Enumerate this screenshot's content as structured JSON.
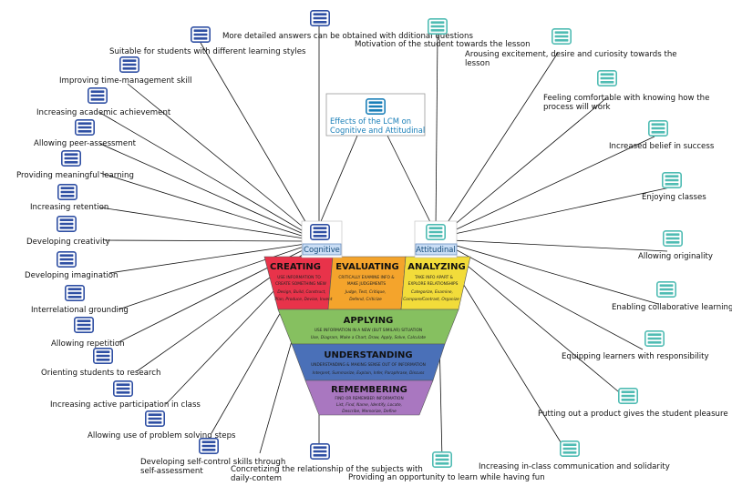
{
  "central": {
    "line1": "Effects of the LCM on",
    "line2": "Cognitive and Attitudinal"
  },
  "hubs": {
    "cognitive": "Cognitive",
    "attitudinal": "Attitudinal"
  },
  "cognitive_items": [
    "More detailed answers can be obtained with dditional questions",
    "Suitable for students with different learning styles",
    "Improving time-management skill",
    "Increasing academic achievement",
    "Allowing peer-assessment",
    "Providing meaningful learning",
    "Increasing retention",
    "Developing creativity",
    "Developing imagination",
    "Interrelational grounding",
    "Allowing repetition",
    "Orienting students to research",
    "Increasing active participation in class",
    "Allowing use of problem solving steps",
    "Developing self-control skills through self-assessment",
    "Concretizing the relationship of the subjects with daily-contem"
  ],
  "attitudinal_items": [
    "Motivation of the student towards the lesson",
    "Arousing excitement, desire and curiosity towards the lesson",
    "Feeling comfortable with knowing how the process will work",
    "Increased belief in success",
    "Enjoying classes",
    "Allowing originality",
    "Enabling collaborative learning",
    "Equipping learners with responsibility",
    "Putting out a product gives the student pleasure",
    "Increasing in-class communication and solidarity",
    "Providing an opportunity to learn while having fun"
  ],
  "pyramid": {
    "creating": {
      "title": "CREATING",
      "line1": "USE INFORMATION TO",
      "line2": "CREATE SOMETHING NEW",
      "line3": "Design, Build, Construct,",
      "line4": "Plan, Produce, Devise, Invent"
    },
    "evaluating": {
      "title": "EVALUATING",
      "line1": "CRITICALLY EXAMINE INFO &",
      "line2": "MAKE JUDGEMENTS",
      "line3": "Judge, Test, Critique,",
      "line4": "Defend, Criticize"
    },
    "analyzing": {
      "title": "ANALYZING",
      "line1": "TAKE INFO APART &",
      "line2": "EXPLORE RELATIONSHIPS",
      "line3": "Categorize, Examine,",
      "line4": "Compare/Contrast, Organize"
    },
    "applying": {
      "title": "APPLYING",
      "line1": "USE INFORMATION IN A NEW (BUT SIMILAR) SITUATION",
      "line2": "Use, Diagram, Make a Chart, Draw, Apply, Solve, Calculate"
    },
    "understanding": {
      "title": "UNDERSTANDING",
      "line1": "UNDERSTANDING & MAKING SENSE OUT OF INFORMATION",
      "line2": "Interpret, Summarize, Explain, Infer, Paraphrase, Discuss"
    },
    "remembering": {
      "title": "REMEMBERING",
      "line1": "FIND OR REMEMBER INFORMATION",
      "line2": "List, Find, Name, Identify, Locate,",
      "line3": "Describe, Memorize, Define"
    }
  },
  "colors": {
    "cognitive_icon": "#2f4fa3",
    "attitudinal_icon": "#4fbcb3",
    "creating": "#e8334a",
    "evaluating": "#f4a42c",
    "analyzing": "#f2dc3a",
    "applying": "#86c060",
    "understanding": "#4a70b8",
    "remembering": "#a977c0"
  }
}
